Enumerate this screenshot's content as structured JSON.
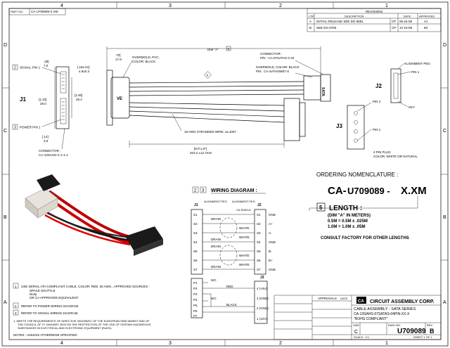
{
  "border": {
    "cols": [
      "4",
      "3",
      "2",
      "1"
    ],
    "rows": [
      "D",
      "C",
      "B",
      "A"
    ]
  },
  "partno": {
    "label": "PART NO.",
    "value": "CA-U709089-X.XM"
  },
  "revisions": {
    "title": "REVISIONS",
    "headers": [
      "LTR",
      "DESCRIPTION",
      "DATE",
      "APPROVED"
    ],
    "rows": [
      {
        "ltr": "A",
        "desc": "INITIAL RELEASE SEE DO 6681",
        "by": "CP",
        "date": "06-24-08",
        "appr": "AJ"
      },
      {
        "ltr": "B",
        "desc": "SEE DO 6760",
        "by": "CP",
        "date": "12-15-08",
        "appr": "IM"
      }
    ]
  },
  "drawing": {
    "dim_a": "DIM \"A\"",
    "dim_a_num": "5",
    "signal_pin": "SIGNAL PIN 1",
    "signal_pin_num": "2",
    "power_pin": "POWER PIN 1",
    "power_pin_num": "3",
    "j1": "J1",
    "j2": "J2",
    "j3": "J3",
    "dim_28": ".28]",
    "dim_28b": "7.0",
    "dim_70": ".70]",
    "dim_70b": "17.9",
    "dim_19": "[.19±.01]",
    "dim_19b": "4.9±0.3",
    "dim_110": "[1.10]",
    "dim_110b": "28.0",
    "dim_100": "[1.00]",
    "dim_100b": "25.4",
    "dim_14": "[.14]",
    "dim_14b": "3.5",
    "overmold1": "OVERMOLD, PVC,",
    "overmold1b": "COLOR: BLACK",
    "overmold_num": "4",
    "connector1": "CONNECTOR :",
    "connector1b": "CA-13SAHS-C-1-1-1",
    "connector2": "CONNECTOR :",
    "connector2b": "P/N : CA-07SATAS-C-M",
    "overmold2": "OVERMOLD, COLOR: BLACK",
    "overmold2b": "P/N : CA-SATA/0M07-S",
    "sata_label": "SATA",
    "alignment_peg": "ALIGNMENT PEG",
    "pin1_top": "PIN 1",
    "key": "KEY",
    "pin4": "PIN 4",
    "pin1_bot": "PIN 1",
    "awg": "18 AWG STRANDED WIRE, UL1007",
    "dim_8": "[8.0\"±.5\"]",
    "dim_8b": "203.2 ±12.7mm",
    "plug1": "4 PIN PLUG",
    "plug2": "COLOR: WHITE OR NATURAL",
    "overmold_tag": "VE"
  },
  "ordering": {
    "title": "ORDERING NOMENCLATURE :",
    "part_prefix": "CA-",
    "part_mid": "U709089 - ",
    "part_suffix": "X.XM",
    "length_num": "5",
    "length_label": "LENGTH :",
    "dim_a_m": "(DIM \"A\" IN METERS)",
    "opt1": "0.5M  =  0.5M ± .025M",
    "opt2": "1.0M  =  1.0M ± .05M",
    "consult": "CONSULT FACTORY FOR OTHER LENGTHS"
  },
  "wiring": {
    "num1": "2",
    "num2": "3",
    "title": "WIRING DIAGRAM :",
    "j1": "J1",
    "j2": "J2",
    "j3": "J3",
    "align_peg": "ALIGNMENT PEG",
    "j1_pins": [
      "S1",
      "S2",
      "S3",
      "S4",
      "S5",
      "S6",
      "S7"
    ],
    "j2_pins": [
      "S1",
      "S2",
      "S3",
      "S4",
      "S5",
      "S6",
      "S7"
    ],
    "j2_labels": [
      "GND",
      "A+",
      "A-",
      "GND",
      "B-",
      "B+",
      "GND"
    ],
    "drain": "DRAIN",
    "white": "WHITE",
    "shield": "CA SHIELD",
    "p_pins": [
      "P1",
      "P2",
      "P3",
      "P4",
      "P5",
      "P6",
      "P7"
    ],
    "nc1": "N/C",
    "nc2": "N/C",
    "red": "RED",
    "black": "BLACK",
    "j3_pins": [
      "4 (+5V)",
      "3 (GND)",
      "2 (GND)",
      "1 (12V)"
    ]
  },
  "notes": {
    "line1": "USE SERIAL ATA COMPLIANT CABLE, COLOR: RED, 26 AWG., APPROVED SOURCES :",
    "sources": [
      "SPACE SHUTTLE",
      "Dioty",
      "OR CA APPROVED EQUIVALENT"
    ],
    "n1": "1",
    "n2": "2",
    "n3": "3",
    "ref1": "REFER TO POWER WIRING DIAGRAM.",
    "ref2": "REFER TO SIGNAL WIRING DIAGRAM.",
    "rohs": "1. MEETS THE REQUIREMENTS OF DIRECTIVE 2002/95/EC OF THE EUROPEAN PARLIAMENT AND OF",
    "rohs2": "THE COUNCIL OF 27 JANUARY 2003 ON THE RESTRICTION OF THE USE OF CERTAIN HAZARDOUS",
    "rohs3": "SUBSTANCES IN ELECTRICAL AND ELECTRONIC EQUIPMENT (RoHS).",
    "footer": "NOTES : UNLESS OTHERWISE SPECIFIED"
  },
  "titleblock": {
    "approvals": "APPROVALS",
    "date": "DATE",
    "company": "CIRCUIT ASSEMBLY CORP.",
    "logo": "CA",
    "desc1": "CABLE ASSEMBLY - SATA SERIES",
    "desc2": "CA-13SAHS-07SATAS-04PIN-XX.X",
    "desc3": "\"ROHS COMPLIANT\"",
    "size": "SIZE",
    "size_val": "C",
    "dwg_no_label": "DWG NO.",
    "dwg_no": "U709089",
    "rev_label": "REV",
    "rev": "B",
    "scale": "SCALE : 2:1",
    "sheet": "SHEET 1 OF 1"
  }
}
